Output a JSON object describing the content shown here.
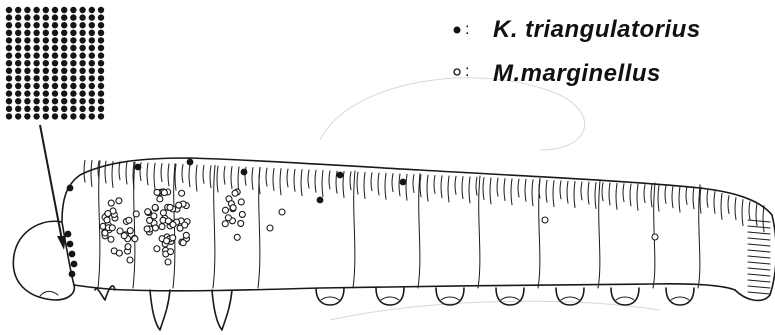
{
  "legend": {
    "items": [
      {
        "symbol": "filled-dot",
        "label": "K. triangulatorius"
      },
      {
        "symbol": "open-circle",
        "label": "M.marginellus"
      }
    ],
    "separator": ":"
  },
  "colors": {
    "ink": "#1a1a1a",
    "background": "#ffffff"
  }
}
